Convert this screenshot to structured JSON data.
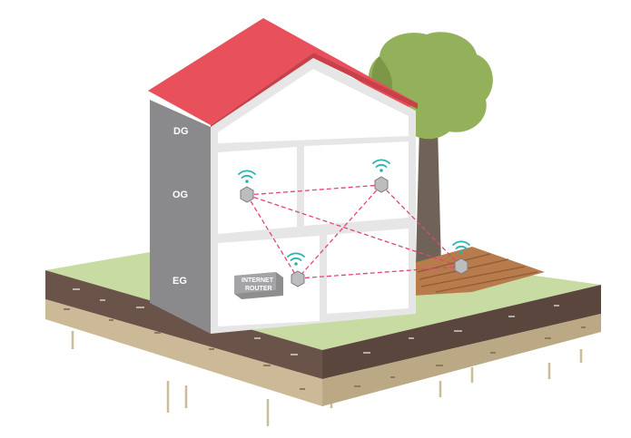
{
  "floors": {
    "dg": "DG",
    "og": "OG",
    "eg": "EG"
  },
  "router": {
    "line1": "INTERNET",
    "line2": "ROUTER"
  },
  "colors": {
    "roof": "#e8505b",
    "wall_side": "#8a8a8c",
    "facade": "#e6e6e6",
    "room": "#ffffff",
    "grass": "#c8dba3",
    "soil_dark": "#6a5449",
    "soil_light": "#cbb997",
    "tree_crown": "#93b05a",
    "tree_trunk": "#6f6256",
    "deck": "#b77b4c",
    "wifi": "#2bb3b1",
    "mesh_line": "#e0457b"
  },
  "icons": [
    "wifi-icon",
    "mesh-node-icon",
    "router-device-icon",
    "tree-icon"
  ]
}
